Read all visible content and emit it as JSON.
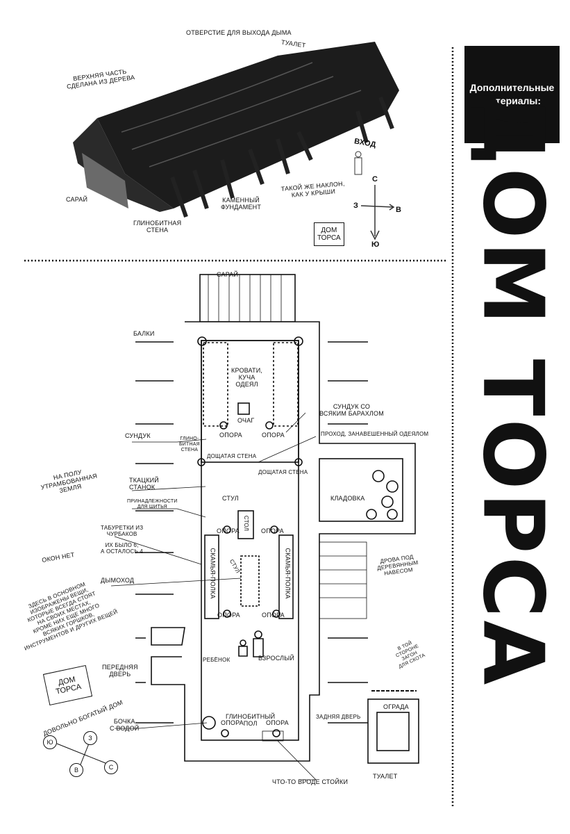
{
  "sidebar": {
    "box_label": "Дополнительные материалы:",
    "title": "ДОМ ТОРСА"
  },
  "exterior": {
    "labels": {
      "smoke_hole": "Отверстие для выхода дыма",
      "toilet": "Туалет",
      "upper_wood": [
        "Верхняя часть",
        "сделана из дерева"
      ],
      "entrance": "Вход",
      "same_slope": [
        "Такой же наклон,",
        "как у крыши"
      ],
      "stone_foundation": [
        "Каменный",
        "фундамент"
      ],
      "shed": "Сарай",
      "clay_wall": [
        "Глинобитная",
        "стена"
      ]
    },
    "compass": {
      "n": "С",
      "w": "З",
      "e": "В",
      "s": "Ю"
    },
    "stamp": [
      "ДОМ",
      "ТОРСА"
    ]
  },
  "plan": {
    "labels": {
      "shed": "Сарай",
      "beams": "Балки",
      "beds": [
        "Кровати,",
        "куча",
        "одеял"
      ],
      "hearth": "Очаг",
      "support": "Опора",
      "chest": "Сундук",
      "junk_chest": [
        "Сундук со",
        "всяким барахлом"
      ],
      "clay_wall": [
        "Глино-",
        "битная",
        "стена"
      ],
      "passage": "Проход, занавешенный одеялом",
      "plank_wall": "Дощатая стена",
      "earth_floor": [
        "На полу",
        "утрамбованная",
        "земля"
      ],
      "loom": [
        "Ткацкий",
        "станок"
      ],
      "chair": "Стул",
      "pantry": "Кладовка",
      "sewing": [
        "Принадлежности",
        "для шитья"
      ],
      "stools": [
        "Табуретки из",
        "чурбаков"
      ],
      "stools_note": [
        "Их было 6,",
        "а осталось 4"
      ],
      "table": "Стол",
      "no_windows": "Окон нет",
      "bench_shelf": "Скамья-полка",
      "chimney": "Дымоход",
      "firewood": [
        "Дрова под",
        "деревянным",
        "навесом"
      ],
      "note": [
        "Здесь в основном",
        "изображены вещи,",
        "которые всегда стоят",
        "на своих местах,",
        "кроме них еще много",
        "всяких горшков,",
        "инструментов и других вещей"
      ],
      "front_door": [
        "Передняя",
        "дверь"
      ],
      "child": "Ребёнок",
      "adult": "Взрослый",
      "livestock": [
        "В той",
        "стороне",
        "загон",
        "для скота"
      ],
      "fence": "Ограда",
      "back_door": "Задняя дверь",
      "rich_house": "Довольно богатый дом",
      "water_barrel": [
        "Бочка",
        "с водой"
      ],
      "clay_floor": [
        "Глинобитный",
        "пол"
      ],
      "stand": "Что-то вроде стойки",
      "toilet": "Туалет"
    },
    "compass": {
      "s": "Ю",
      "w": "З",
      "e": "В",
      "n": "С"
    },
    "stamp": [
      "ДОМ",
      "ТОРСА"
    ]
  }
}
